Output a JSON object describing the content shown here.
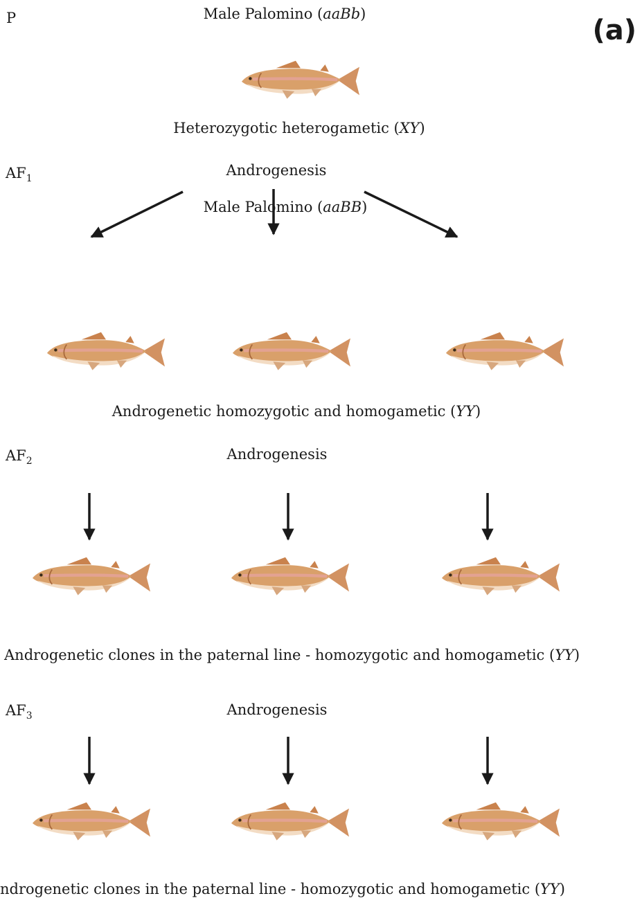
{
  "panel_label": "(a)",
  "gen_p": "P",
  "gen_af1": {
    "base": "AF",
    "sub": "1"
  },
  "gen_af2": {
    "base": "AF",
    "sub": "2"
  },
  "gen_af3": {
    "base": "AF",
    "sub": "3"
  },
  "parent": {
    "label_prefix": "Male Palomino (",
    "label_genotype": "aaBb",
    "label_suffix": ")",
    "caption_prefix": "Heterozygotic heterogametic (",
    "caption_chromosome": "XY",
    "caption_suffix": ")"
  },
  "androgenesis_label": "Androgenesis",
  "af1": {
    "label_prefix": "Male Palomino (",
    "label_genotype": "aaBB",
    "label_suffix": ")",
    "caption_prefix": "Androgenetic homozygotic and homogametic (",
    "caption_chromosome": "YY",
    "caption_suffix": ")"
  },
  "af2": {
    "caption_prefix": "Androgenetic clones in the paternal line - homozygotic and  homogametic (",
    "caption_chromosome": "YY",
    "caption_suffix": ")"
  },
  "af3": {
    "caption_prefix": "ndrogenetic clones in the paternal line - homozygotic and  homogametic (",
    "caption_chromosome": "YY",
    "caption_suffix": ")"
  },
  "icons": {
    "fish": "trout-fish-icon",
    "arrow": "down-arrow-icon"
  },
  "colors": {
    "text": "#1a1a1a",
    "fish_body": "#d9a06a",
    "fish_belly": "#f3dcc4",
    "fish_stripe": "#e6a3a0",
    "arrow": "#1a1a1a"
  }
}
